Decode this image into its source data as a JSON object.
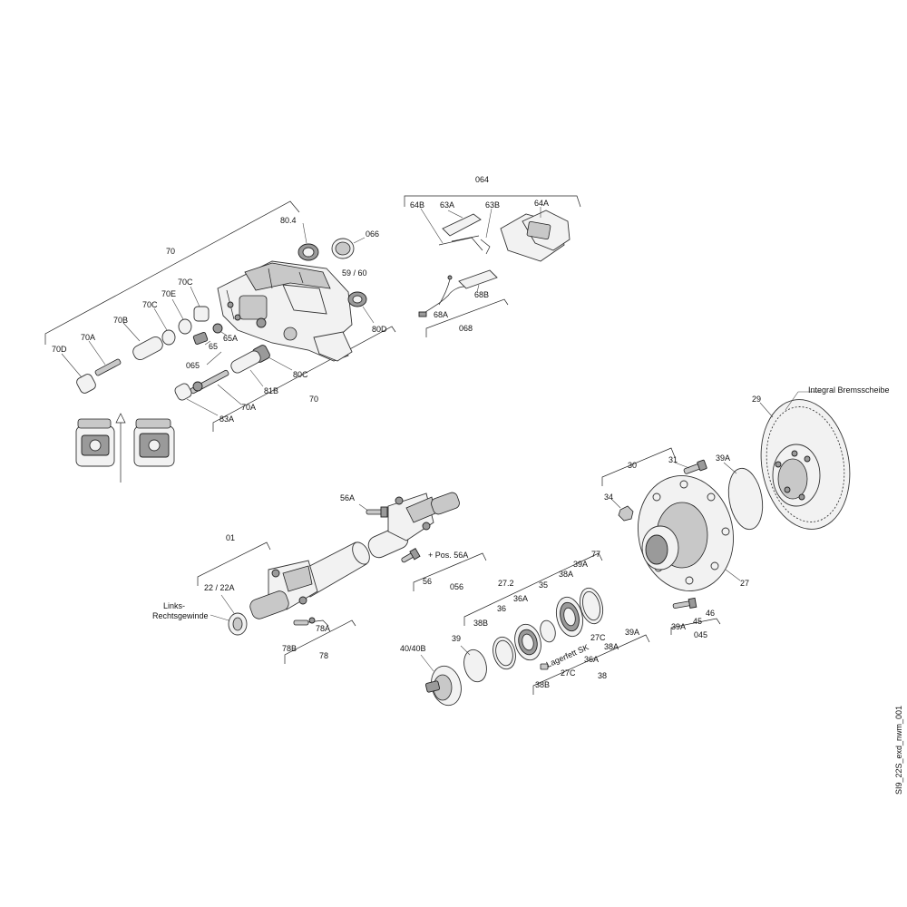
{
  "drawing_id": "SI9_22S_exd_nwm_001",
  "labels": {
    "p70_top": "70",
    "p70_bottom": "70",
    "p70D": "70D",
    "p70A": "70A",
    "p70A_2": "70A",
    "p70B": "70B",
    "p70C": "70C",
    "p70C_2": "70C",
    "p70E": "70E",
    "p80_4": "80.4",
    "p066": "066",
    "p59_60": "59 /  60",
    "p80D": "80D",
    "p80C": "80C",
    "p81B": "81B",
    "p83A": "83A",
    "p65": "65",
    "p65A": "65A",
    "p065": "065",
    "p064": "064",
    "p64B": "64B",
    "p63A": "63A",
    "p63B": "63B",
    "p64A": "64A",
    "p68B": "68B",
    "p68A": "68A",
    "p068": "068",
    "p29": "29",
    "integral": "Integral Bremsscheibe",
    "p30": "30",
    "p31": "31",
    "p39A_top": "39A",
    "p34": "34",
    "p27": "27",
    "p46": "46",
    "p45": "45",
    "p39A_045": "39A",
    "p045": "045",
    "p56A": "56A",
    "p56A_pos": "+ Pos. 56A",
    "p56": "56",
    "p056": "056",
    "p01": "01",
    "p22": "22 / 22A",
    "links1": "Links-",
    "links2": "Rechtsgewinde",
    "p78A": "78A",
    "p78B": "78B",
    "p78": "78",
    "p77": "77",
    "p39A_r": "39A",
    "p27_2": "27.2",
    "p38A": "38A",
    "p35": "35",
    "p36A": "36A",
    "p36": "36",
    "p38B": "38B",
    "p39": "39",
    "p40": "40/40B",
    "p27C": "27C",
    "p39A_b": "39A",
    "lagerfett": "Lagerfett SK",
    "p38A_b": "38A",
    "p36A_b": "36A",
    "p27C_b": "27C",
    "p38B_b": "38B",
    "p38": "38"
  }
}
